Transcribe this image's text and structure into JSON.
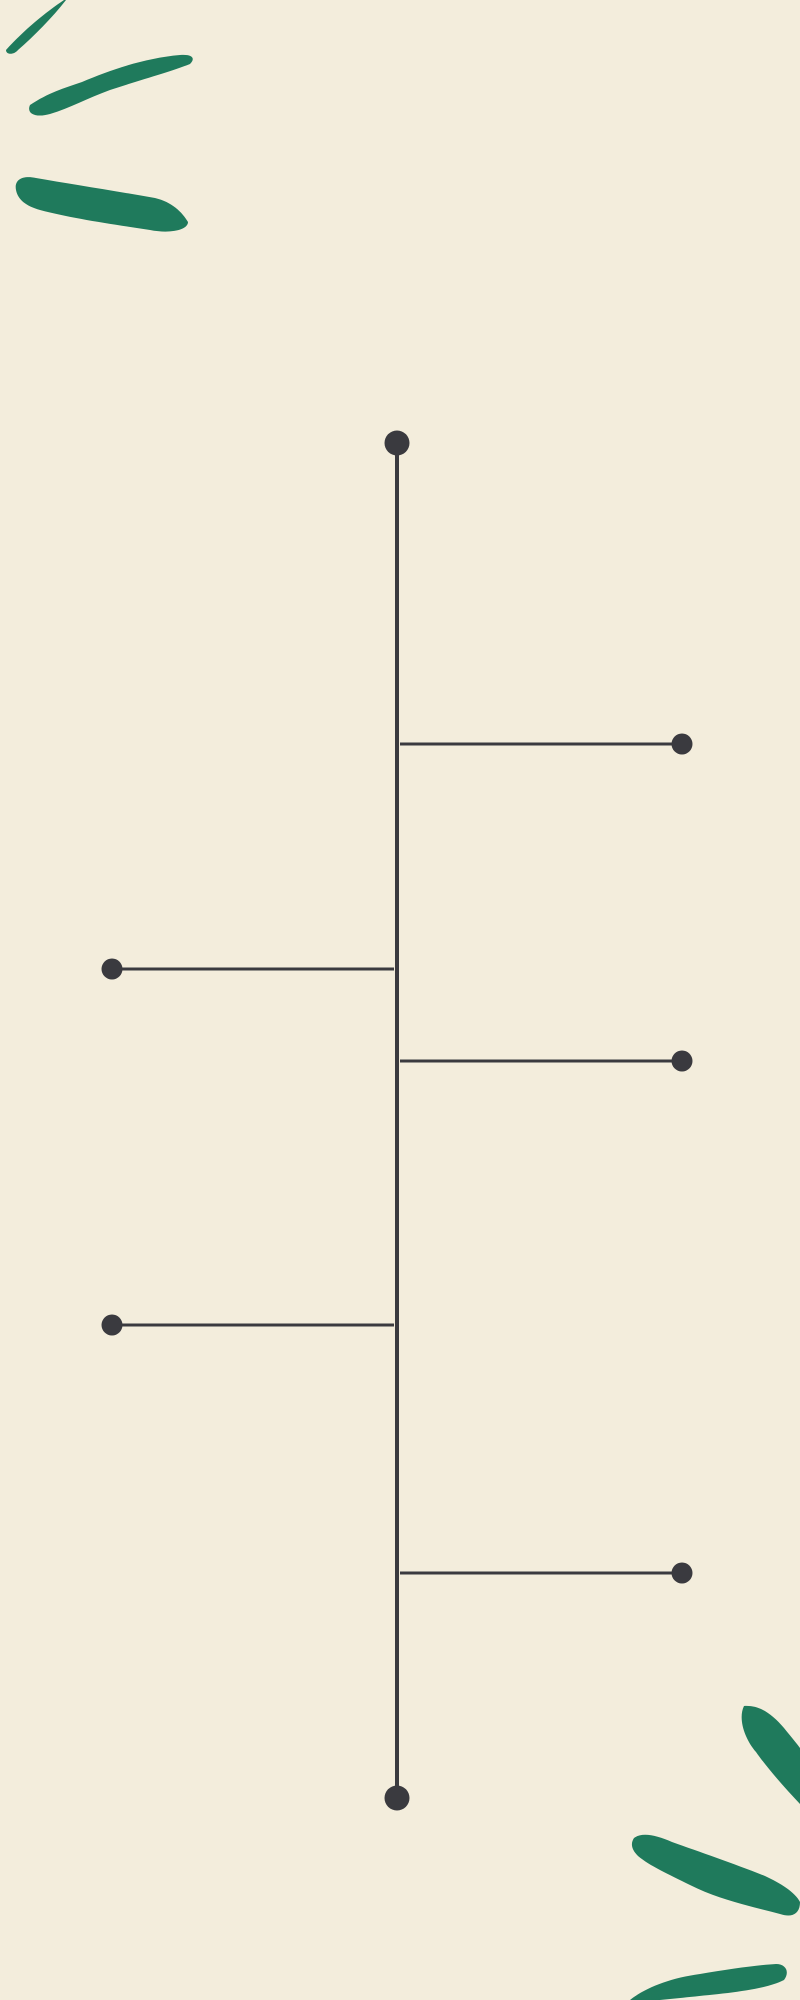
{
  "colors": {
    "background": "#F3EDDC",
    "line": "#3A3A3F",
    "dot": "#3A3A3F",
    "leaf": "#1F7A5C"
  },
  "timeline": {
    "branches": [
      {
        "side": "right"
      },
      {
        "side": "left"
      },
      {
        "side": "right"
      },
      {
        "side": "left"
      },
      {
        "side": "right"
      }
    ]
  },
  "decor": {
    "top_left": [
      "leaf-stroke",
      "leaf-stroke",
      "leaf-stroke"
    ],
    "bottom_right": [
      "leaf-stroke",
      "leaf-stroke",
      "leaf-stroke"
    ]
  }
}
